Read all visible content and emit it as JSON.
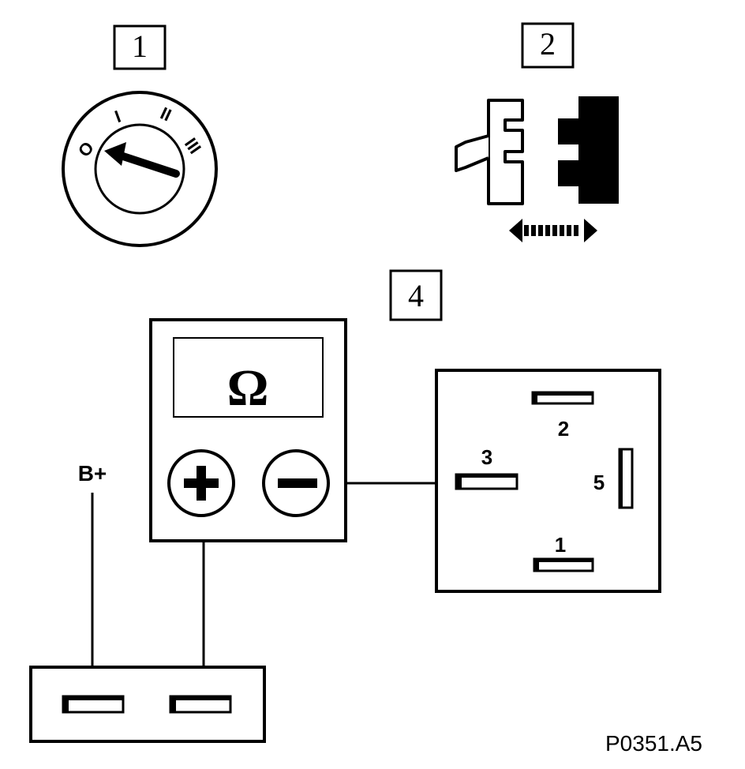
{
  "step_labels": {
    "step1": "1",
    "step2": "2",
    "step4": "4"
  },
  "ignition_switch": {
    "positions": [
      "O",
      "I",
      "II",
      "III"
    ]
  },
  "ohmmeter": {
    "display_symbol": "Ω",
    "plus_symbol": "+",
    "minus_symbol": "−"
  },
  "relay": {
    "terminals": {
      "t1": "1",
      "t2": "2",
      "t3": "3",
      "t5": "5"
    }
  },
  "battery_label": "B+",
  "figure_code": "P0351.A5",
  "colors": {
    "ink": "#000000",
    "paper": "#ffffff"
  }
}
